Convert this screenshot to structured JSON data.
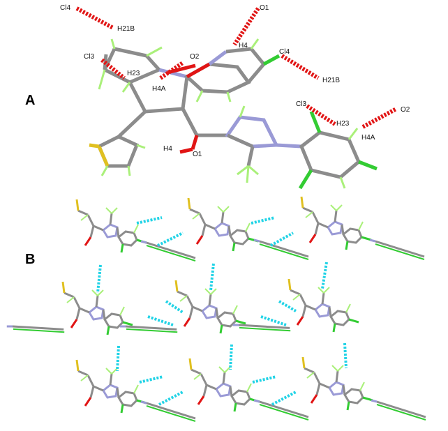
{
  "figure": {
    "panels": [
      {
        "id": "A",
        "label": "A"
      },
      {
        "id": "B",
        "label": "B"
      }
    ],
    "atom_labels": {
      "cl4_a": "Cl4",
      "h21b_a": "H21B",
      "o1_a": "O1",
      "h4_a": "H4",
      "o2_a": "O2",
      "cl4_b": "Cl4",
      "h21b_b": "H21B",
      "cl3_a": "Cl3",
      "h23_a": "H23",
      "h4a_a": "H4A",
      "h4_b": "H4",
      "o1_b": "O1",
      "cl3_b": "Cl3",
      "h23_b": "H23",
      "o2_b": "O2",
      "h4a_b": "H4A"
    },
    "colors": {
      "carbon": "#8c8c8c",
      "nitrogen": "#9a9ad6",
      "oxygen": "#e11515",
      "sulfur": "#e0c020",
      "chlorine": "#33cc33",
      "hydrogen": "#aaf07a",
      "hbond": "#21d3e6"
    }
  }
}
